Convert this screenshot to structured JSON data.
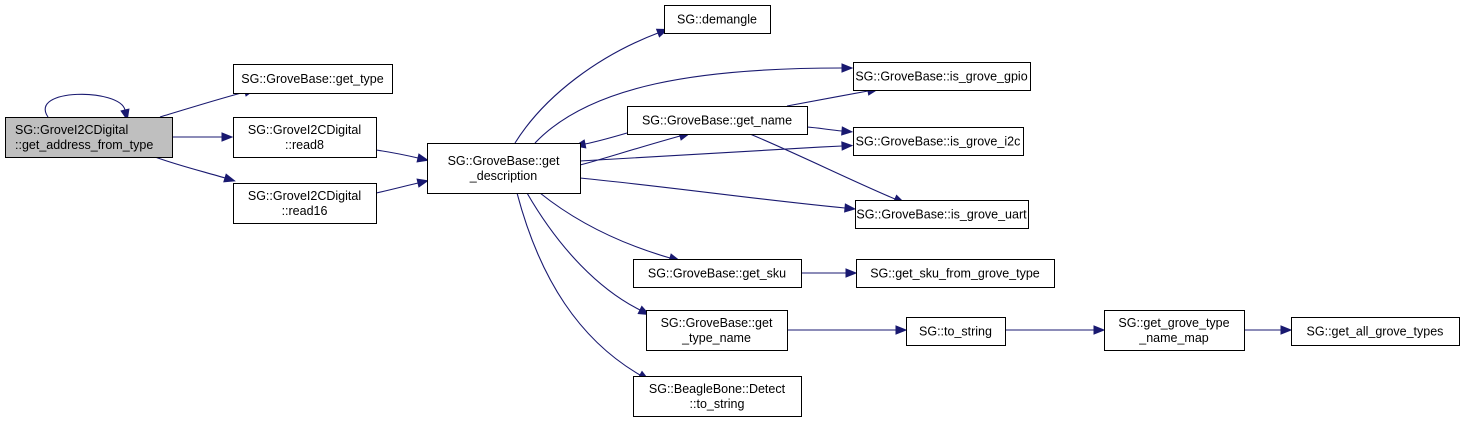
{
  "diagram": {
    "type": "call-graph",
    "colors": {
      "edge": "#191970",
      "root_fill": "#bfbfbf",
      "node_fill": "#ffffff",
      "border": "#000000"
    },
    "nodes": [
      {
        "id": "root",
        "lines": [
          "SG::GroveI2CDigital",
          "::get_address_from_type"
        ],
        "root": true
      },
      {
        "id": "get_type",
        "lines": [
          "SG::GroveBase::get_type"
        ]
      },
      {
        "id": "read8",
        "lines": [
          "SG::GroveI2CDigital",
          "::read8"
        ]
      },
      {
        "id": "read16",
        "lines": [
          "SG::GroveI2CDigital",
          "::read16"
        ]
      },
      {
        "id": "get_description",
        "lines": [
          "SG::GroveBase::get",
          "_description"
        ]
      },
      {
        "id": "demangle",
        "lines": [
          "SG::demangle"
        ]
      },
      {
        "id": "get_name",
        "lines": [
          "SG::GroveBase::get_name"
        ]
      },
      {
        "id": "is_grove_gpio",
        "lines": [
          "SG::GroveBase::is_grove_gpio"
        ]
      },
      {
        "id": "is_grove_i2c",
        "lines": [
          "SG::GroveBase::is_grove_i2c"
        ]
      },
      {
        "id": "is_grove_uart",
        "lines": [
          "SG::GroveBase::is_grove_uart"
        ]
      },
      {
        "id": "get_sku",
        "lines": [
          "SG::GroveBase::get_sku"
        ]
      },
      {
        "id": "get_sku_from_grove_type",
        "lines": [
          "SG::get_sku_from_grove_type"
        ]
      },
      {
        "id": "get_type_name",
        "lines": [
          "SG::GroveBase::get",
          "_type_name"
        ]
      },
      {
        "id": "to_string",
        "lines": [
          "SG::to_string"
        ]
      },
      {
        "id": "get_grove_type_name_map",
        "lines": [
          "SG::get_grove_type",
          "_name_map"
        ]
      },
      {
        "id": "get_all_grove_types",
        "lines": [
          "SG::get_all_grove_types"
        ]
      },
      {
        "id": "bb_to_string",
        "lines": [
          "SG::BeagleBone::Detect",
          "::to_string"
        ]
      }
    ],
    "edges": [
      {
        "from": "root",
        "to": "root"
      },
      {
        "from": "root",
        "to": "get_type"
      },
      {
        "from": "root",
        "to": "read8"
      },
      {
        "from": "root",
        "to": "read16"
      },
      {
        "from": "read8",
        "to": "get_description"
      },
      {
        "from": "read16",
        "to": "get_description"
      },
      {
        "from": "get_description",
        "to": "demangle"
      },
      {
        "from": "get_description",
        "to": "is_grove_gpio"
      },
      {
        "from": "get_description",
        "to": "get_name"
      },
      {
        "from": "get_name",
        "to": "get_description"
      },
      {
        "from": "get_name",
        "to": "is_grove_gpio"
      },
      {
        "from": "get_name",
        "to": "is_grove_i2c"
      },
      {
        "from": "get_name",
        "to": "is_grove_uart"
      },
      {
        "from": "get_description",
        "to": "is_grove_i2c"
      },
      {
        "from": "get_description",
        "to": "is_grove_uart"
      },
      {
        "from": "get_description",
        "to": "get_sku"
      },
      {
        "from": "get_description",
        "to": "get_type_name"
      },
      {
        "from": "get_description",
        "to": "bb_to_string"
      },
      {
        "from": "get_sku",
        "to": "get_sku_from_grove_type"
      },
      {
        "from": "get_type_name",
        "to": "to_string"
      },
      {
        "from": "to_string",
        "to": "get_grove_type_name_map"
      },
      {
        "from": "get_grove_type_name_map",
        "to": "get_all_grove_types"
      }
    ]
  }
}
